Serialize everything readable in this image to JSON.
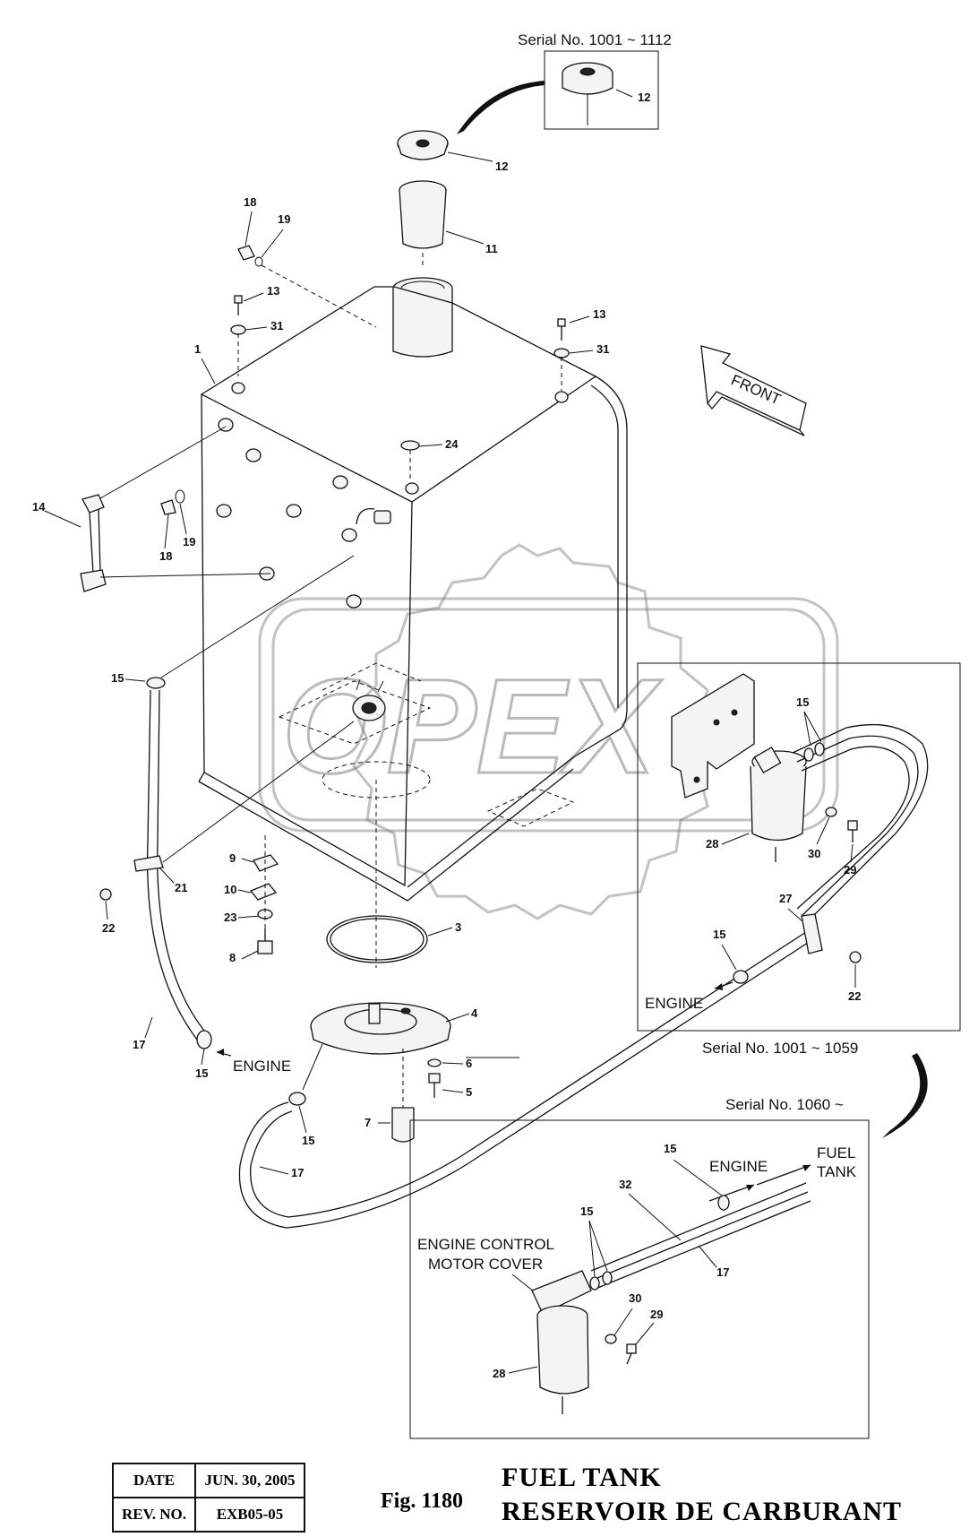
{
  "figure": {
    "fig_no": "Fig. 1180",
    "title_en": "FUEL TANK",
    "title_fr": "RESERVOIR DE CARBURANT",
    "watermark": "OPEX"
  },
  "info_table": {
    "date_label": "DATE",
    "date_value": "JUN. 30, 2005",
    "rev_label": "REV. NO.",
    "rev_value": "EXB05-05"
  },
  "captions": {
    "serial_top": "Serial No. 1001 ~ 1112",
    "serial_mid": "Serial No. 1001 ~ 1059",
    "serial_low": "Serial No. 1060 ~",
    "front": "FRONT",
    "engine_1": "ENGINE",
    "engine_2": "ENGINE",
    "engine_3": "ENGINE",
    "fuel_tank_1": "FUEL",
    "fuel_tank_2": "TANK",
    "ecm_cover_1": "ENGINE CONTROL",
    "ecm_cover_2": "MOTOR COVER"
  },
  "callouts": [
    "12",
    "12",
    "11",
    "18",
    "19",
    "13",
    "31",
    "13",
    "31",
    "1",
    "24",
    "14",
    "18",
    "19",
    "15",
    "21",
    "22",
    "17",
    "9",
    "10",
    "23",
    "8",
    "3",
    "4",
    "6",
    "5",
    "7",
    "15",
    "15",
    "17",
    "15",
    "28",
    "30",
    "29",
    "27",
    "15",
    "22",
    "15",
    "32",
    "15",
    "17",
    "30",
    "29",
    "28"
  ]
}
